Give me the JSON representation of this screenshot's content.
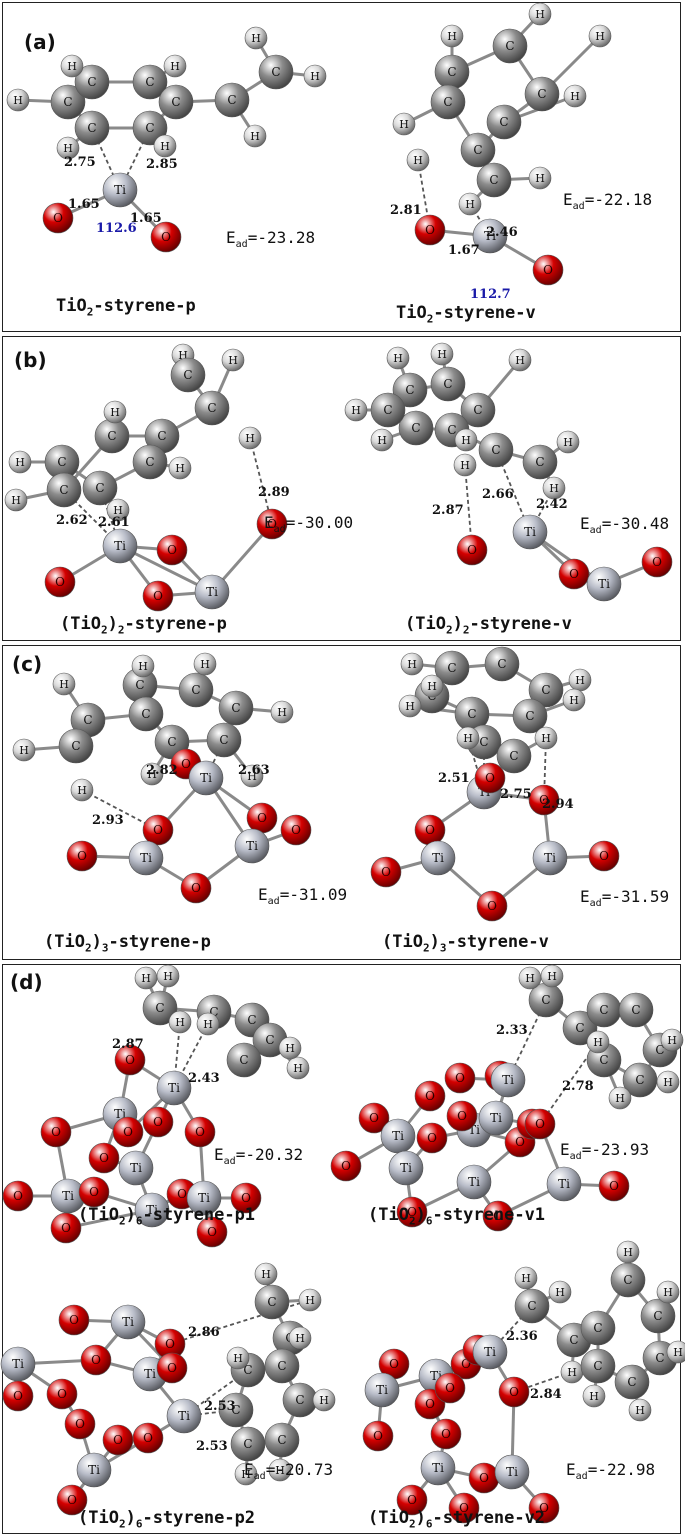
{
  "panels": [
    {
      "id": "a",
      "label": "(a)",
      "structures": [
        {
          "caption_main": "TiO",
          "caption_sub": "2",
          "caption_rest": "-styrene-p",
          "energy_prefix": "E",
          "energy_sub": "ad",
          "energy_value": "=-23.28",
          "distances": [
            "2.75",
            "2.85",
            "1.65",
            "1.65"
          ],
          "angle": "112.6"
        },
        {
          "caption_main": "TiO",
          "caption_sub": "2",
          "caption_rest": "-styrene-v",
          "energy_prefix": "E",
          "energy_sub": "ad",
          "energy_value": "=-22.18",
          "distances": [
            "2.81",
            "2.46",
            "1.67"
          ],
          "angle": "112.7"
        }
      ]
    },
    {
      "id": "b",
      "label": "(b)",
      "structures": [
        {
          "caption_main": "(TiO",
          "caption_sub": "2",
          "caption_rest": ")",
          "caption_sub2": "2",
          "caption_tail": "-styrene-p",
          "energy_prefix": "E",
          "energy_sub": "ad",
          "energy_value": "=-30.00",
          "distances": [
            "2.89",
            "2.62",
            "2.61"
          ]
        },
        {
          "caption_main": "(TiO",
          "caption_sub": "2",
          "caption_rest": ")",
          "caption_sub2": "2",
          "caption_tail": "-styrene-v",
          "energy_prefix": "E",
          "energy_sub": "ad",
          "energy_value": "=-30.48",
          "distances": [
            "2.87",
            "2.66",
            "2.42"
          ]
        }
      ]
    },
    {
      "id": "c",
      "label": "(c)",
      "structures": [
        {
          "caption_main": "(TiO",
          "caption_sub": "2",
          "caption_rest": ")",
          "caption_sub2": "3",
          "caption_tail": "-styrene-p",
          "energy_prefix": "E",
          "energy_sub": "ad",
          "energy_value": "=-31.09",
          "distances": [
            "2.82",
            "2.63",
            "2.93"
          ]
        },
        {
          "caption_main": "(TiO",
          "caption_sub": "2",
          "caption_rest": ")",
          "caption_sub2": "3",
          "caption_tail": "-styrene-v",
          "energy_prefix": "E",
          "energy_sub": "ad",
          "energy_value": "=-31.59",
          "distances": [
            "2.51",
            "2.75",
            "2.94"
          ]
        }
      ]
    },
    {
      "id": "d",
      "label": "(d)",
      "structures": [
        {
          "caption_main": "(TiO",
          "caption_sub": "2",
          "caption_rest": ")",
          "caption_sub2": "6",
          "caption_tail": "-styrene-p1",
          "energy_prefix": "E",
          "energy_sub": "ad",
          "energy_value": "=-20.32",
          "distances": [
            "2.87",
            "2.43"
          ]
        },
        {
          "caption_main": "(TiO",
          "caption_sub": "2",
          "caption_rest": ")",
          "caption_sub2": "6",
          "caption_tail": "-styrene-v1",
          "energy_prefix": "E",
          "energy_sub": "ad",
          "energy_value": "=-23.93",
          "distances": [
            "2.33",
            "2.78"
          ]
        },
        {
          "caption_main": "(TiO",
          "caption_sub": "2",
          "caption_rest": ")",
          "caption_sub2": "6",
          "caption_tail": "-styrene-p2",
          "energy_prefix": "E",
          "energy_sub": "ad",
          "energy_value": "=-20.73",
          "distances": [
            "2.86",
            "2.53",
            "2.53"
          ]
        },
        {
          "caption_main": "(TiO",
          "caption_sub": "2",
          "caption_rest": ")",
          "caption_sub2": "6",
          "caption_tail": "-styrene-v2",
          "energy_prefix": "E",
          "energy_sub": "ad",
          "energy_value": "=-22.98",
          "distances": [
            "2.36",
            "2.84"
          ]
        }
      ]
    }
  ],
  "atom_labels": {
    "carbon": "C",
    "hydrogen": "H",
    "oxygen": "O",
    "titanium": "Ti"
  },
  "colors": {
    "carbon": "#8c8c8c",
    "hydrogen": "#d9d9d9",
    "oxygen": "#d40000",
    "titanium": "#b8bcc8",
    "angle_text": "#1a1aa8",
    "frame": "#222222"
  }
}
